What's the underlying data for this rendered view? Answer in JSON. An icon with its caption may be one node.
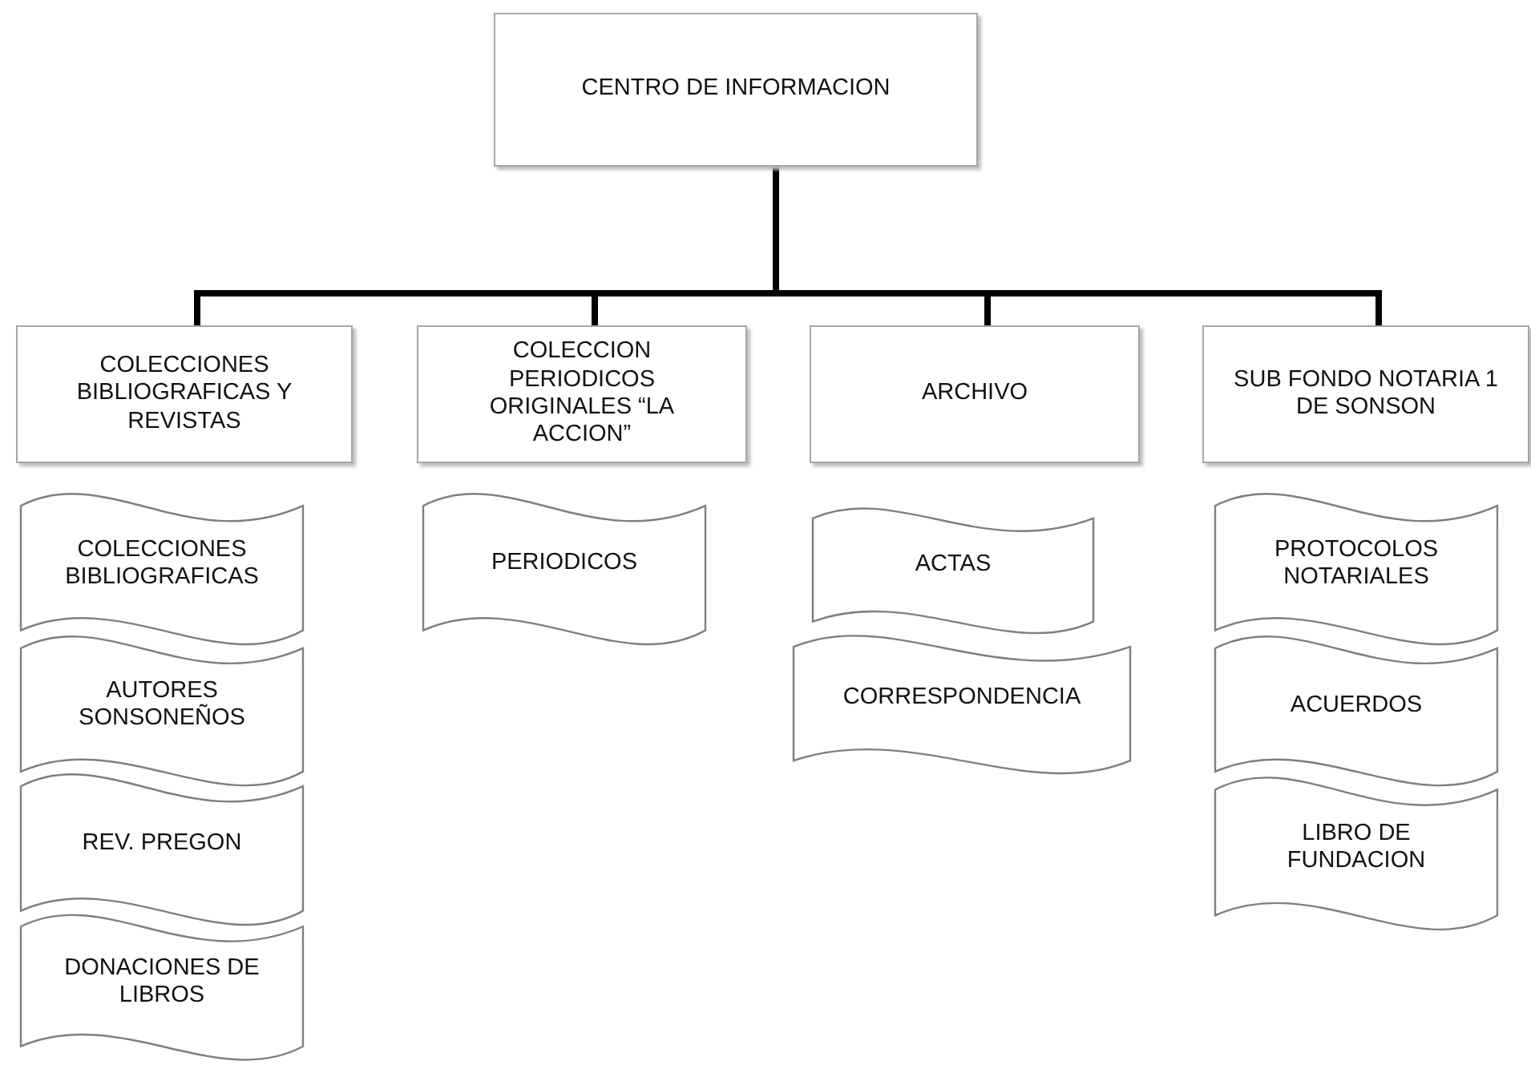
{
  "diagram": {
    "nodes": [
      {
        "text": [
          "CENTRO DE INFORMACION"
        ]
      },
      {
        "text": [
          "COLECCIONES BIBLIOGRAFICAS Y REVISTAS"
        ]
      },
      {
        "text": [
          "COLECCION PERIODICOS ORIGINALES “LA ACCION”"
        ]
      },
      {
        "text": [
          "ARCHIVO"
        ]
      },
      {
        "text": [
          "SUB FONDO NOTARIA 1 DE SONSON"
        ]
      },
      {
        "text": [
          "COLECCIONES BIBLIOGRAFICAS"
        ]
      },
      {
        "text": [
          "PERIODICOS"
        ]
      },
      {
        "text": [
          "ACTAS"
        ]
      },
      {
        "text": [
          "PROTOCOLOS NOTARIALES"
        ]
      },
      {
        "text": [
          "AUTORES SONSONEÑOS"
        ]
      },
      {
        "text": [
          "CORRESPONDENCIA"
        ]
      },
      {
        "text": [
          "ACUERDOS"
        ]
      },
      {
        "text": [
          "REV. PREGON"
        ]
      },
      {
        "text": [
          "LIBRO DE FUNDACION"
        ]
      },
      {
        "text": [
          "DONACIONES DE LIBROS"
        ]
      }
    ],
    "edges": [
      {
        "from": 0,
        "to": 1,
        "arrow": "none"
      },
      {
        "from": 0,
        "to": 2,
        "arrow": "none"
      },
      {
        "from": 0,
        "to": 3,
        "arrow": "none"
      },
      {
        "from": 0,
        "to": 4,
        "arrow": "none"
      }
    ]
  }
}
